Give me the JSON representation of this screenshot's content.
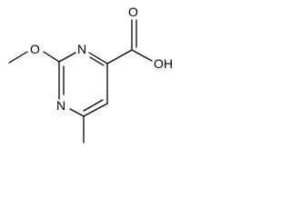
{
  "atoms": {
    "ring_n_top": "N",
    "ring_n_bottom": "N",
    "ether_o": "O",
    "carbonyl_o": "O",
    "hydroxyl": "OH"
  },
  "colors": {
    "bond": "#000000",
    "text": "#000000",
    "background": "#ffffff"
  }
}
